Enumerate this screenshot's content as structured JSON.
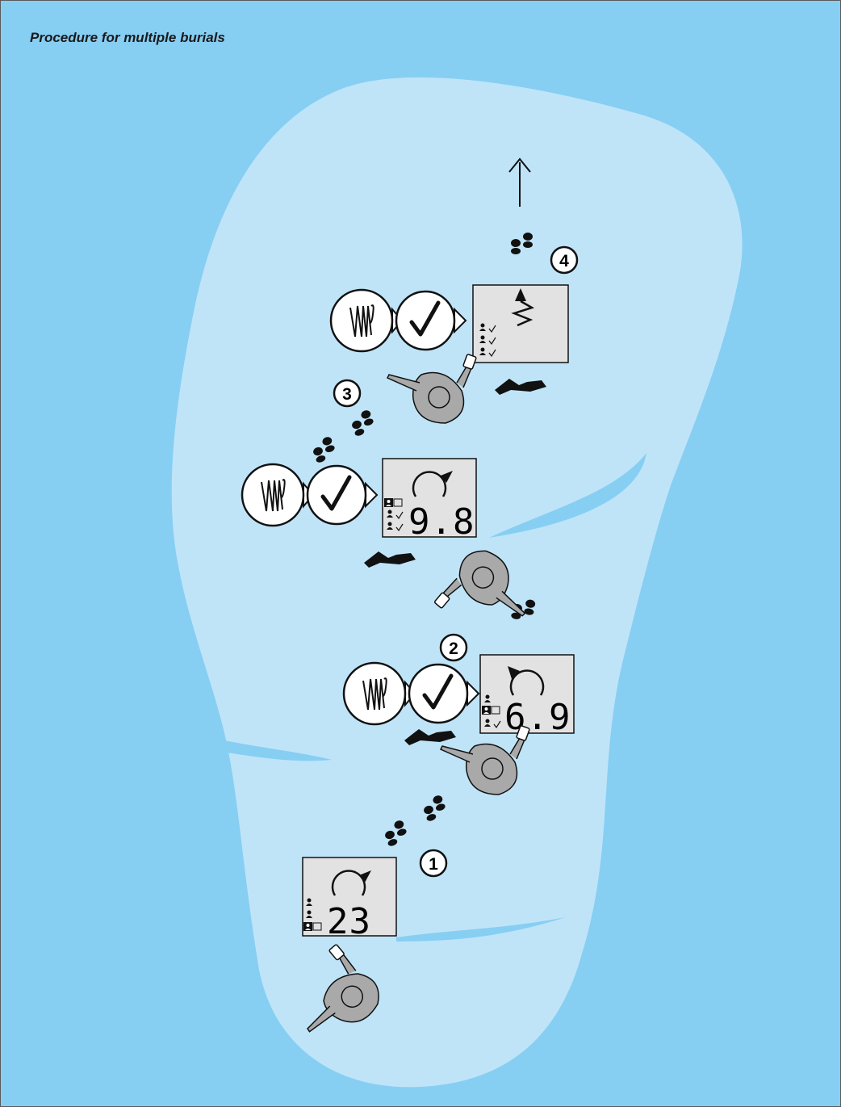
{
  "title": "Procedure for multiple burials",
  "colors": {
    "background": "#87cef3",
    "snow": "#bfe4f8",
    "display": "#e2e2e2",
    "person": "#a9a9a9",
    "ink": "#111111"
  },
  "steps": [
    {
      "number": "1",
      "display_value": "23"
    },
    {
      "number": "2",
      "display_value": "6.9"
    },
    {
      "number": "3",
      "display_value": "9.8"
    },
    {
      "number": "4",
      "display_value": ""
    }
  ],
  "icons": [
    "signal-waves-icon",
    "checkmark-icon",
    "direction-arrow-icon",
    "footprints-icon",
    "buried-person-icon",
    "searcher-icon",
    "person-status-icon"
  ]
}
